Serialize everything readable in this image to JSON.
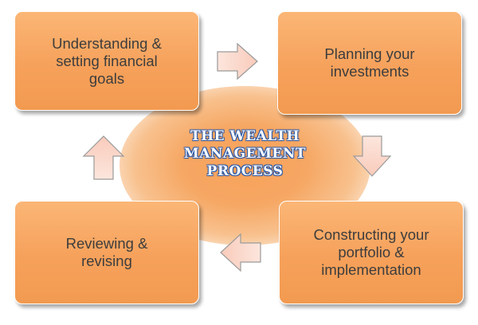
{
  "center": {
    "title_lines": [
      "THE WEALTH",
      "MANAGEMENT",
      "PROCESS"
    ]
  },
  "steps": [
    {
      "lines": [
        "Understanding &",
        "setting financial",
        "goals"
      ]
    },
    {
      "lines": [
        "Planning your",
        "investments"
      ]
    },
    {
      "lines": [
        "Constructing your",
        "portfolio &",
        "implementation"
      ]
    },
    {
      "lines": [
        "Reviewing &",
        "revising"
      ]
    }
  ],
  "colors": {
    "box_fill": "#f6a15b",
    "arrow_fill": "#fbd9cf",
    "arrow_stroke": "#9a9a9a",
    "title_text": "#ffffff",
    "title_outline": "#2c5aa8",
    "box_text": "#3d3d3d"
  },
  "arrows": [
    {
      "icon": "right-arrow-icon"
    },
    {
      "icon": "down-arrow-icon"
    },
    {
      "icon": "left-arrow-icon"
    },
    {
      "icon": "up-arrow-icon"
    }
  ]
}
